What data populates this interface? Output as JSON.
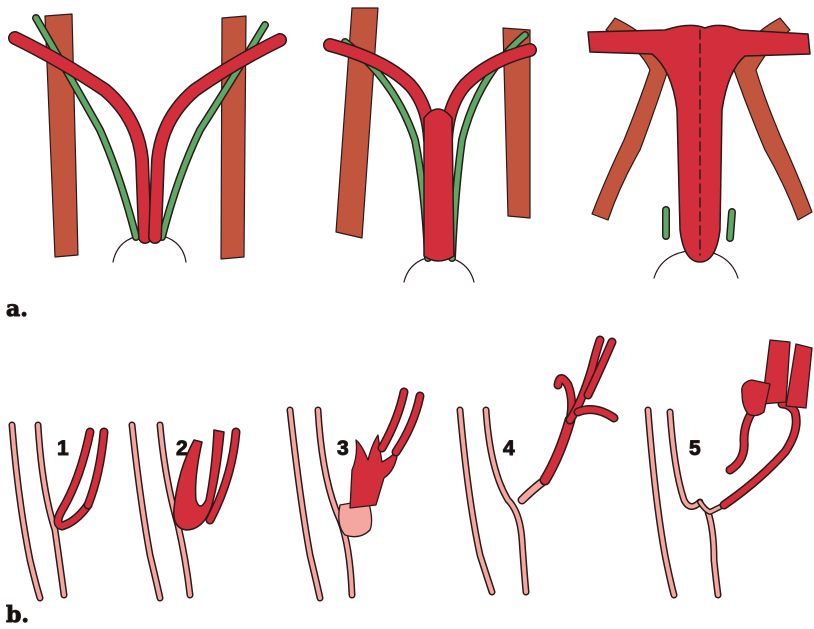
{
  "figure": {
    "panels": [
      {
        "label": "a.",
        "stages": 3
      },
      {
        "label": "b.",
        "stages": [
          "1",
          "2",
          "3",
          "4",
          "5"
        ]
      }
    ],
    "colors": {
      "duct_red": "#d22e3c",
      "duct_pink": "#f3a7a0",
      "ureter_green": "#5ea865",
      "ligament_brown": "#c2553e",
      "outline": "#2a1a1a"
    }
  }
}
